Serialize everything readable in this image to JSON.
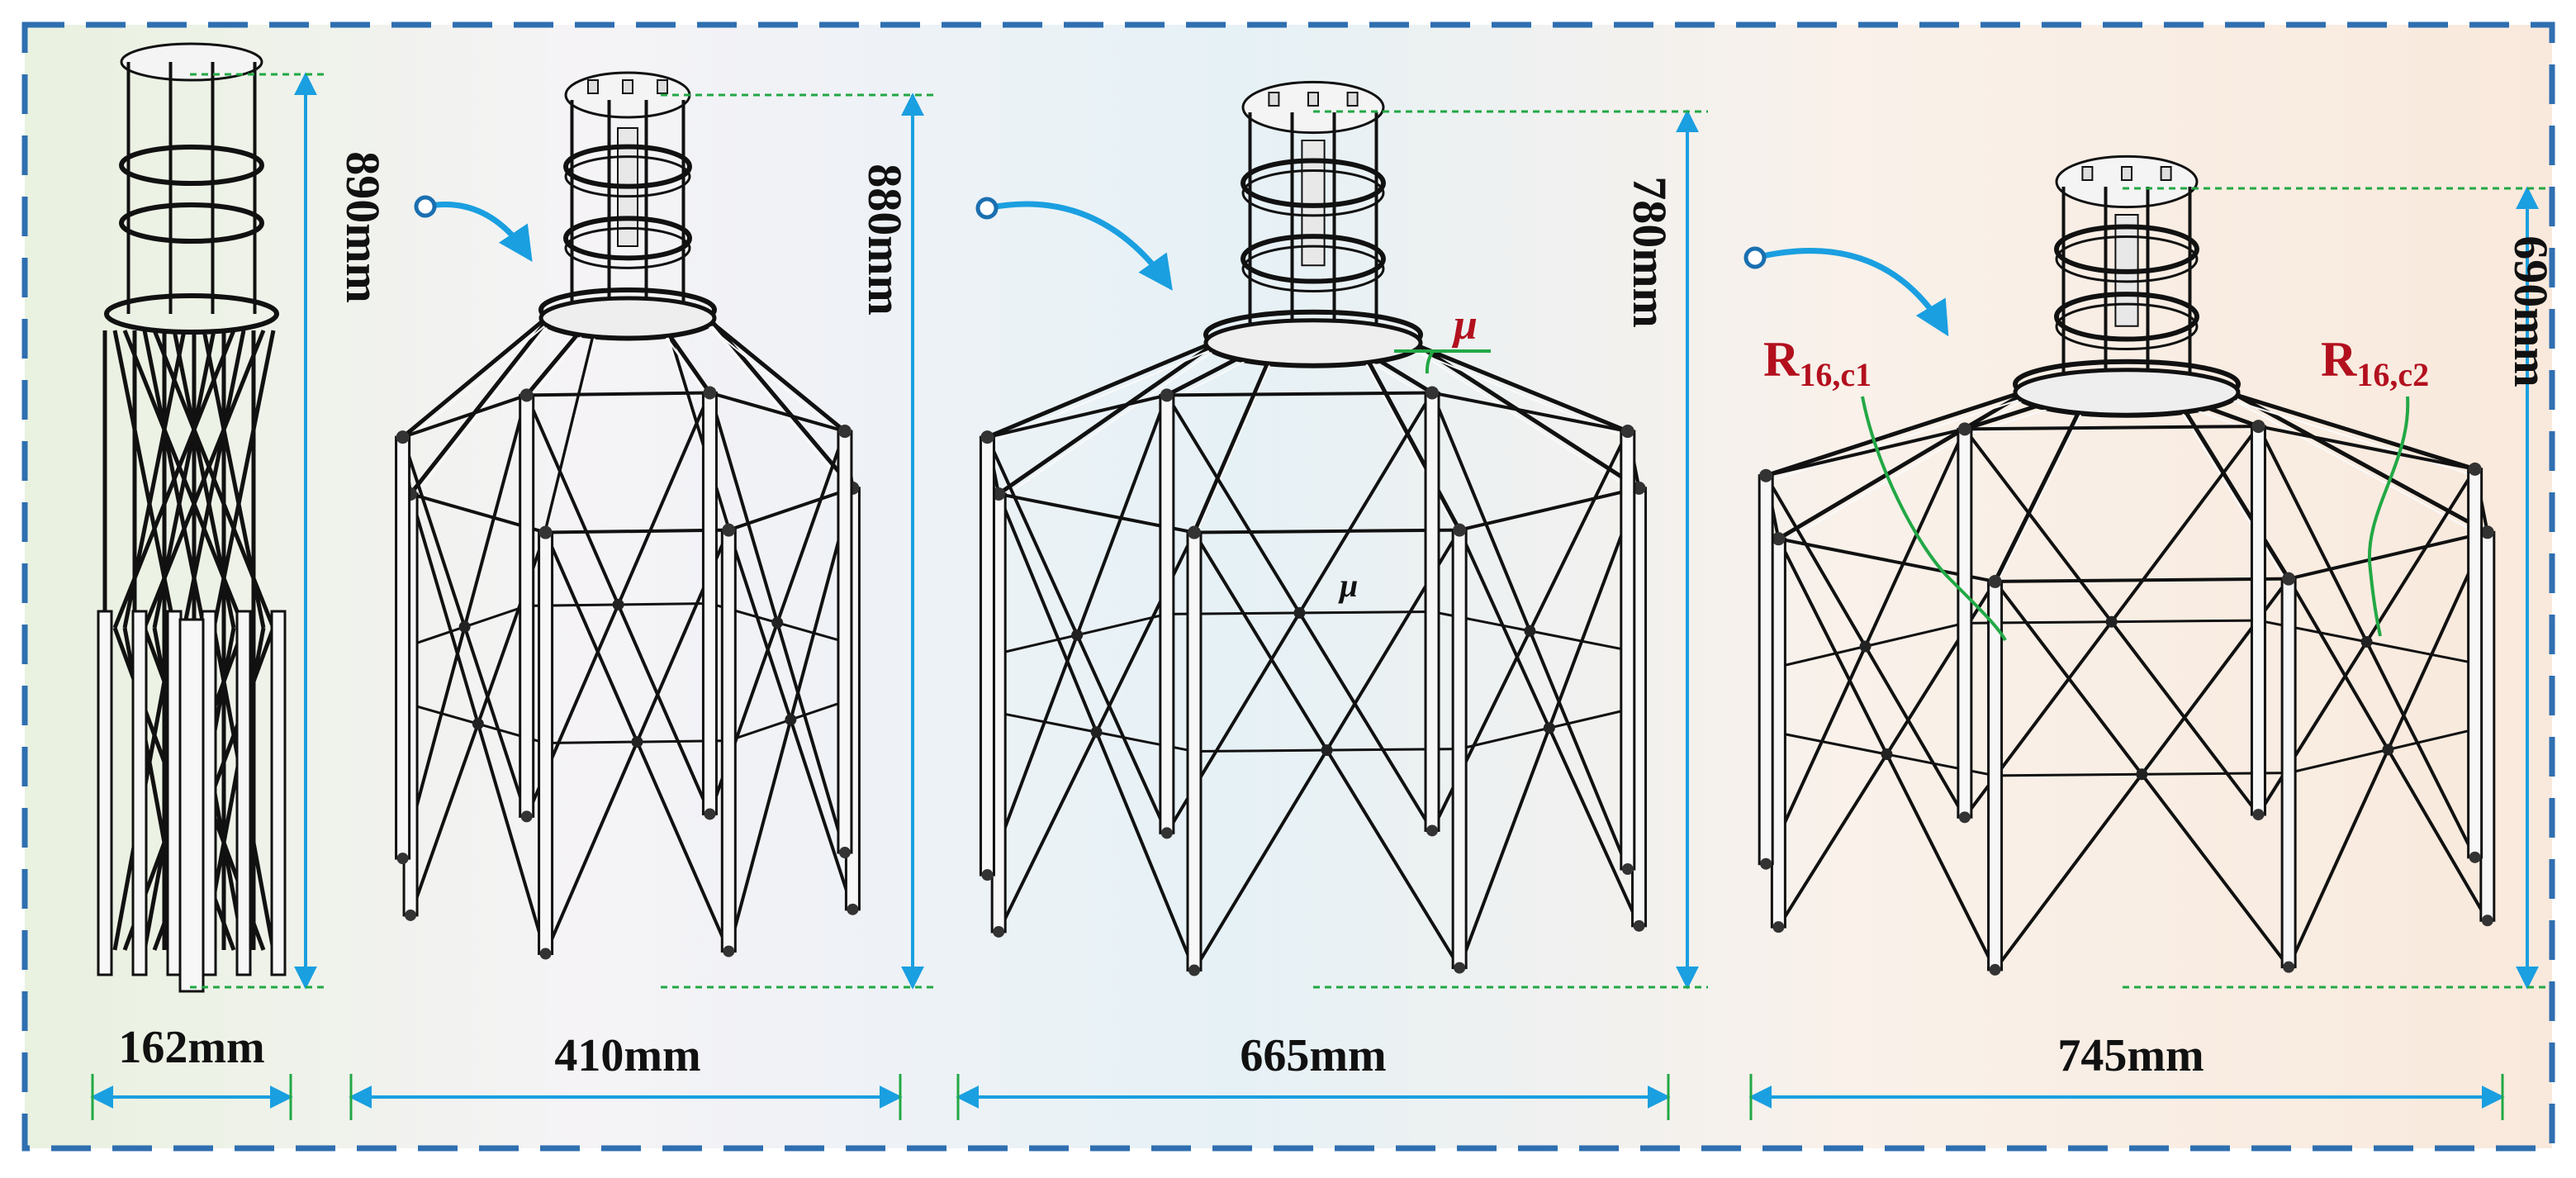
{
  "colors": {
    "frame": "#2f6fb0",
    "dimension": "#1a9fe0",
    "reference_line": "#22a845",
    "arrow": "#1a9fe0",
    "label_red": "#b3101e",
    "structure": "#111111"
  },
  "stages": [
    {
      "width_label": "162mm",
      "height_label": "890mm"
    },
    {
      "width_label": "410mm",
      "height_label": "880mm"
    },
    {
      "width_label": "665mm",
      "height_label": "780mm"
    },
    {
      "width_label": "745mm",
      "height_label": "690mm"
    }
  ],
  "annotations": {
    "angle_symbol": "μ",
    "angle_symbol_inner": "μ",
    "joint_left": "R",
    "joint_left_sub": "16,c1",
    "joint_right": "R",
    "joint_right_sub": "16,c2"
  }
}
